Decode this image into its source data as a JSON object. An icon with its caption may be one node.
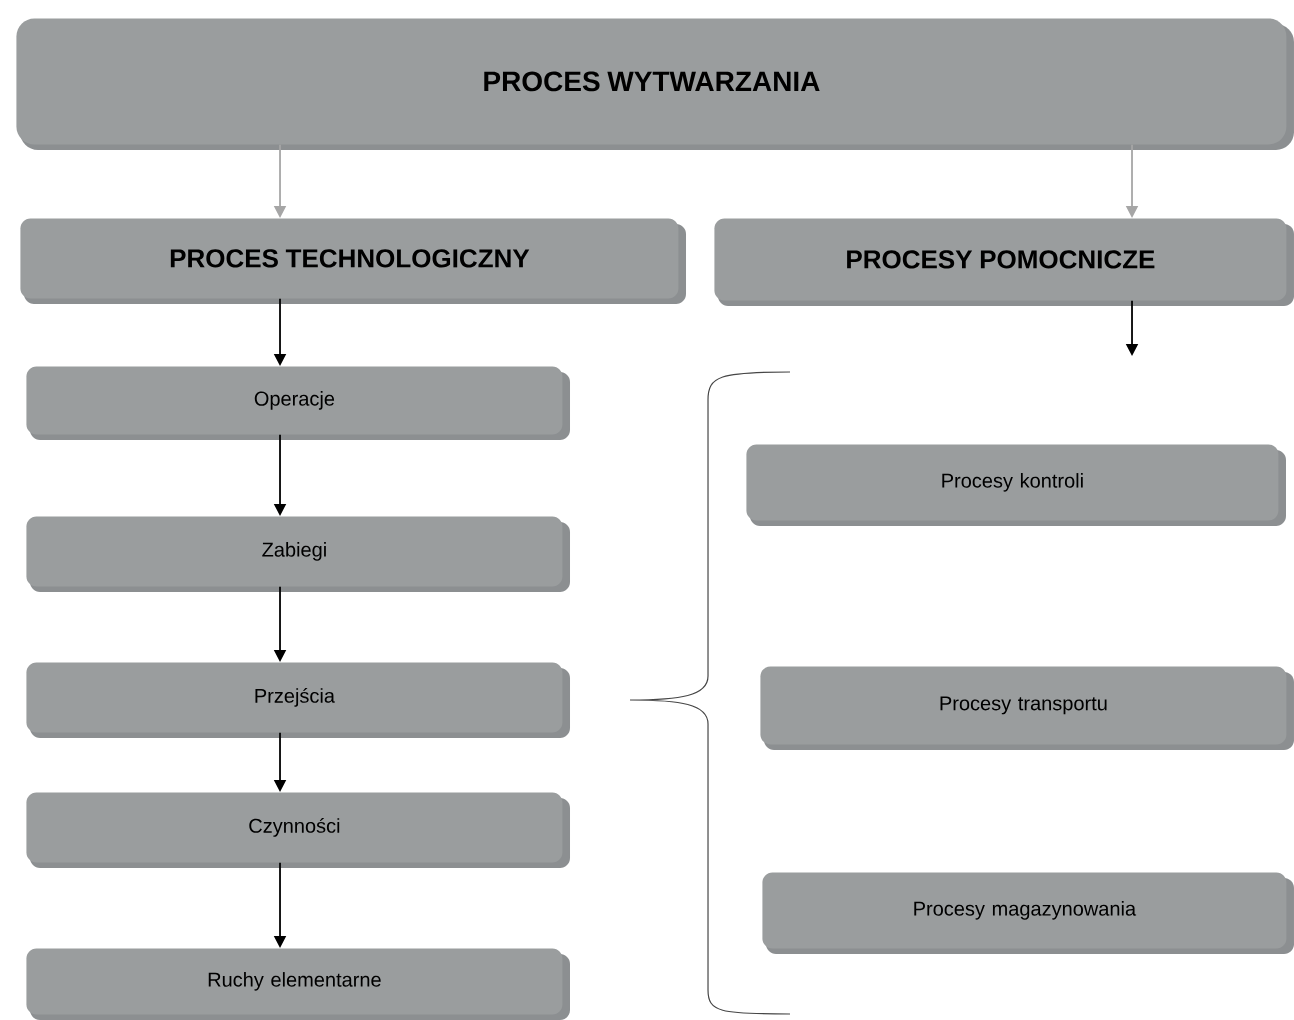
{
  "diagram": {
    "nodes": [
      {
        "text": [
          "PROCES WYTWARZANIA"
        ]
      },
      {
        "text": [
          "PROCES TECHNOLOGICZNY"
        ]
      },
      {
        "text": [
          "PROCESY POMOCNICZE"
        ]
      },
      {
        "text": [
          "Operacje"
        ]
      },
      {
        "text": [
          "Zabiegi"
        ]
      },
      {
        "text": [
          "Przejścia"
        ]
      },
      {
        "text": [
          "Czynności"
        ]
      },
      {
        "text": [
          "Ruchy elementarne"
        ]
      },
      {
        "text": [
          "Procesy kontroli"
        ]
      },
      {
        "text": [
          "Procesy transportu"
        ]
      },
      {
        "text": [
          "Procesy magazynowania"
        ]
      }
    ],
    "edges": [
      {
        "from": 0,
        "to": 1,
        "arrow": "to",
        "color": "#a6a6a6"
      },
      {
        "from": 0,
        "to": 2,
        "arrow": "to",
        "color": "#a6a6a6"
      },
      {
        "from": 1,
        "to": 3,
        "arrow": "to"
      },
      {
        "from": 3,
        "to": 4,
        "arrow": "to"
      },
      {
        "from": 4,
        "to": 5,
        "arrow": "to"
      },
      {
        "from": 5,
        "to": 6,
        "arrow": "to"
      },
      {
        "from": 6,
        "to": 7,
        "arrow": "to"
      },
      {
        "from": 2,
        "to": null,
        "arrow": "to"
      }
    ]
  }
}
